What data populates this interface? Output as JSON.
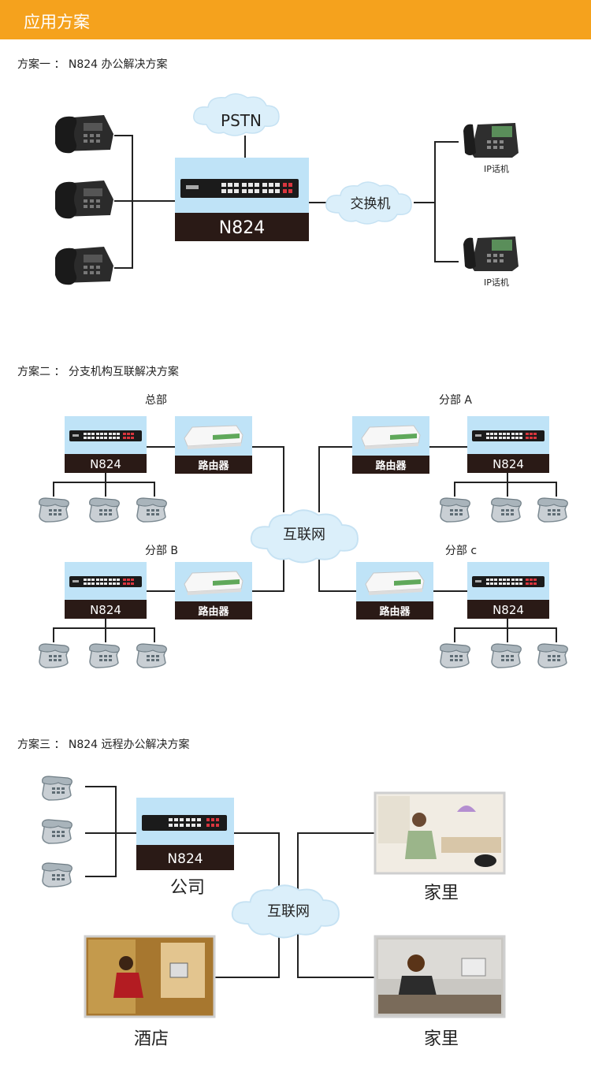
{
  "header": {
    "title": "应用方案"
  },
  "scheme1": {
    "title": "方案一 ： N824 办公解决方案",
    "cloud_pstn": "PSTN",
    "cloud_switch": "交换机",
    "device_label": "N824",
    "ip_phone_label_1": "IP话机",
    "ip_phone_label_2": "IP话机"
  },
  "scheme2": {
    "title": "方案二 ： 分支机构互联解决方案",
    "hq_label": "总部",
    "branch_a_label": "分部 A",
    "branch_b_label": "分部 B",
    "branch_c_label": "分部 c",
    "device_label": "N824",
    "router_label": "路由器",
    "internet_label": "互联网"
  },
  "scheme3": {
    "title": "方案三 ： N824 远程办公解决方案",
    "device_label": "N824",
    "company_label": "公司",
    "internet_label": "互联网",
    "home_label_1": "家里",
    "hotel_label": "酒店",
    "home_label_2": "家里"
  },
  "colors": {
    "header": "#f5a21d",
    "device_top": "#bfe3f7",
    "device_bottom": "#2a1a16",
    "cloud": "#dbeffa"
  }
}
